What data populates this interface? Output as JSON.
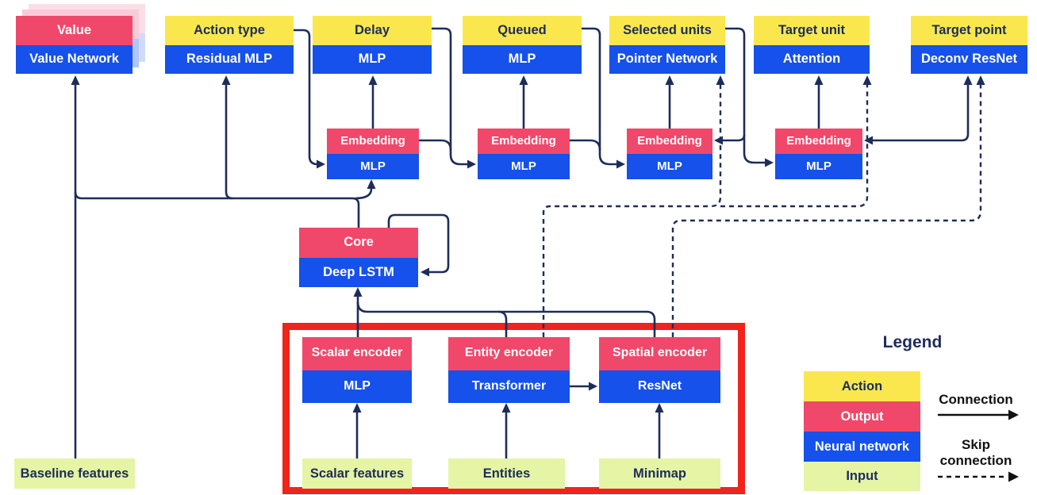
{
  "heads": [
    {
      "action": "Value",
      "network": "Value Network"
    },
    {
      "action": "Action type",
      "network": "Residual MLP"
    },
    {
      "action": "Delay",
      "network": "MLP"
    },
    {
      "action": "Queued",
      "network": "MLP"
    },
    {
      "action": "Selected units",
      "network": "Pointer Network"
    },
    {
      "action": "Target unit",
      "network": "Attention"
    },
    {
      "action": "Target point",
      "network": "Deconv ResNet"
    }
  ],
  "embeddings": [
    {
      "output": "Embedding",
      "network": "MLP"
    },
    {
      "output": "Embedding",
      "network": "MLP"
    },
    {
      "output": "Embedding",
      "network": "MLP"
    },
    {
      "output": "Embedding",
      "network": "MLP"
    }
  ],
  "core": {
    "output": "Core",
    "network": "Deep LSTM"
  },
  "encoders": [
    {
      "output": "Scalar encoder",
      "network": "MLP"
    },
    {
      "output": "Entity encoder",
      "network": "Transformer"
    },
    {
      "output": "Spatial encoder",
      "network": "ResNet"
    }
  ],
  "inputs": {
    "baseline": "Baseline features",
    "scalar": "Scalar features",
    "entities": "Entities",
    "minimap": "Minimap"
  },
  "legend": {
    "title": "Legend",
    "items": [
      {
        "label": "Action",
        "type": "action"
      },
      {
        "label": "Output",
        "type": "output"
      },
      {
        "label": "Neural network",
        "type": "network"
      },
      {
        "label": "Input",
        "type": "input"
      }
    ],
    "connection_label": "Connection",
    "skip_connection_label": "Skip connection"
  },
  "colors": {
    "action": "#FAE74E",
    "output": "#F0486B",
    "network": "#1551EA",
    "input": "#E5F4A5",
    "line": "#1D2C5B",
    "highlight": "#F2231B",
    "legend_ink": "#111111"
  }
}
